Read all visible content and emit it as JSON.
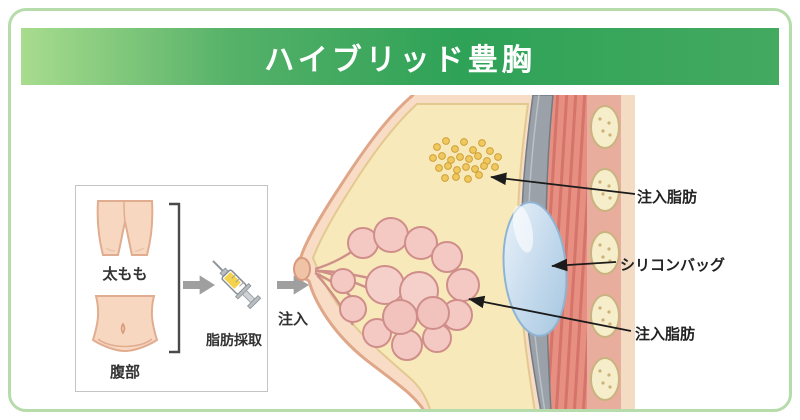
{
  "header": {
    "title": "ハイブリッド豊胸"
  },
  "process_box": {
    "sources": [
      {
        "label": "太もも"
      },
      {
        "label": "腹部"
      }
    ],
    "harvest_label": "脂肪採取",
    "inject_label": "注入"
  },
  "anatomy": {
    "labels": [
      {
        "text": "注入脂肪"
      },
      {
        "text": "シリコンバッグ"
      },
      {
        "text": "注入脂肪"
      }
    ]
  },
  "colors": {
    "frame_border": "#b5dcaa",
    "banner_green_light": "#a8dc8e",
    "banner_green_dark": "#2ea257",
    "title_color": "#ffffff",
    "text_color": "#333333",
    "process_arrow": "#9f9f9f",
    "implant_blue": "#c3d9ec",
    "injected_fat_yellow": "#f0c85e",
    "skin": "#f8dcc6",
    "fat_layer": "#f7e9ba",
    "gland_pink": "#f4c9c4",
    "muscle_red": "#e78f80"
  }
}
